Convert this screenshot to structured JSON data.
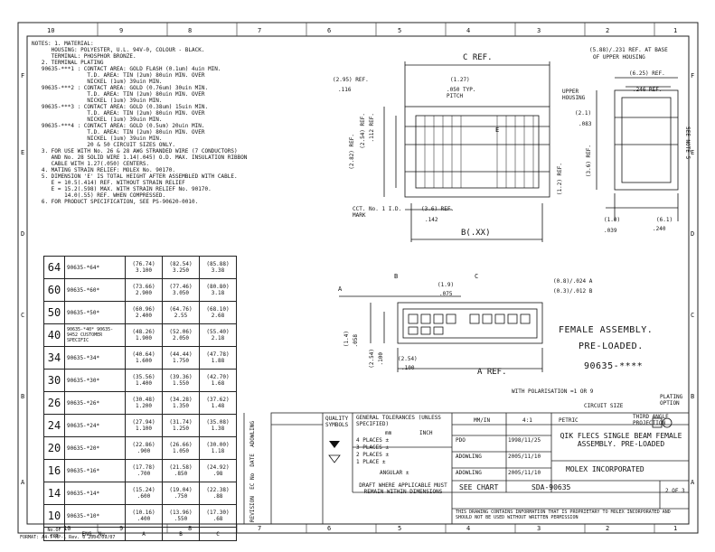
{
  "border": {
    "top_numbers": [
      "10",
      "9",
      "8",
      "7",
      "6",
      "5",
      "4",
      "3",
      "2",
      "1"
    ],
    "bottom_numbers": [
      "10",
      "9",
      "8",
      "7",
      "6",
      "5",
      "4",
      "3",
      "2",
      "1"
    ],
    "side_letters": [
      "F",
      "E",
      "D",
      "C",
      "B",
      "A"
    ]
  },
  "notes": [
    "NOTES: 1. MATERIAL:",
    "      HOUSING: POLYESTER, U.L. 94V-0, COLOUR - BLACK.",
    "      TERMINAL: PHOSPHOR BRONZE.",
    "   2. TERMINAL PLATING",
    "   90635-***1 : CONTACT AREA: GOLD FLASH (0.1um) 4uin MIN.",
    "                 T.D. AREA: TIN (2um) 80uin MIN. OVER",
    "                 NICKEL (1um) 39uin MIN.",
    "   90635-***2 : CONTACT AREA: GOLD (0.76um) 30uin MIN.",
    "                 T.D. AREA: TIN (2um) 80uin MIN. OVER",
    "                 NICKEL (1um) 39uin MIN.",
    "   90635-***3 : CONTACT AREA: GOLD (0.38um) 15uin MIN.",
    "                 T.D. AREA: TIN (2um) 80uin MIN. OVER",
    "                 NICKEL (1um) 39uin MIN.",
    "   90635-***4 : CONTACT AREA: GOLD (0.5um) 20uin MIN.",
    "                 T.D. AREA: TIN (2um) 80uin MIN. OVER",
    "                 NICKEL (1um) 39uin MIN.",
    "                 20 & 50 CIRCUIT SIZES ONLY.",
    "   3. FOR USE WITH No. 26 & 28 AWG STRANDED WIRE (7 CONDUCTORS)",
    "      AND No. 28 SOLID WIRE 1.14(.045) O.D. MAX. INSULATION RIBBON",
    "      CABLE WITH 1.27(.050) CENTERS.",
    "   4. MATING STRAIN RELIEF: MOLEX No. 90170.",
    "   5. DIMENSION 'E' IS TOTAL HEIGHT AFTER ASSEMBLED WITH CABLE.",
    "      E = 10.5(.414) REF. WITHOUT STRAIN RELIEF",
    "      E = 15.2(.598) MAX. WITH STRAIN RELIEF No. 90170.",
    "          14.0(.55) REF. WHEN COMPRESSED.",
    "   6. FOR PRODUCT SPECIFICATION, SEE PS-90620-0010."
  ],
  "table": {
    "headers": {
      "circuits": "No.OF CKT",
      "part": "ENG. No.",
      "a": "A",
      "b": "B",
      "c": "C"
    },
    "rows": [
      {
        "ckt": "64",
        "part": "90635-*64*",
        "a": [
          "(76.74)",
          "3.100"
        ],
        "b": [
          "(82.54)",
          "3.250"
        ],
        "c": [
          "(85.88)",
          "3.38"
        ]
      },
      {
        "ckt": "60",
        "part": "90635-*60*",
        "a": [
          "(73.66)",
          "2.900"
        ],
        "b": [
          "(77.46)",
          "3.050"
        ],
        "c": [
          "(80.80)",
          "3.18"
        ]
      },
      {
        "ckt": "50",
        "part": "90635-*50*",
        "a": [
          "(60.96)",
          "2.400"
        ],
        "b": [
          "(64.76)",
          "2.55"
        ],
        "c": [
          "(68.10)",
          "2.68"
        ]
      },
      {
        "ckt": "40",
        "part": "90635-*40*  90635-9452  CUSTOMER SPECIFIC",
        "a": [
          "(48.26)",
          "1.900"
        ],
        "b": [
          "(52.06)",
          "2.050"
        ],
        "c": [
          "(55.40)",
          "2.18"
        ]
      },
      {
        "ckt": "34",
        "part": "90635-*34*",
        "a": [
          "(40.64)",
          "1.600"
        ],
        "b": [
          "(44.44)",
          "1.750"
        ],
        "c": [
          "(47.78)",
          "1.88"
        ]
      },
      {
        "ckt": "30",
        "part": "90635-*30*",
        "a": [
          "(35.56)",
          "1.400"
        ],
        "b": [
          "(39.36)",
          "1.550"
        ],
        "c": [
          "(42.70)",
          "1.68"
        ]
      },
      {
        "ckt": "26",
        "part": "90635-*26*",
        "a": [
          "(30.48)",
          "1.200"
        ],
        "b": [
          "(34.28)",
          "1.350"
        ],
        "c": [
          "(37.62)",
          "1.48"
        ]
      },
      {
        "ckt": "24",
        "part": "90635-*24*",
        "a": [
          "(27.94)",
          "1.100"
        ],
        "b": [
          "(31.74)",
          "1.250"
        ],
        "c": [
          "(35.08)",
          "1.38"
        ]
      },
      {
        "ckt": "20",
        "part": "90635-*20*",
        "a": [
          "(22.86)",
          ".900"
        ],
        "b": [
          "(26.66)",
          "1.050"
        ],
        "c": [
          "(30.00)",
          "1.18"
        ]
      },
      {
        "ckt": "16",
        "part": "90635-*16*",
        "a": [
          "(17.78)",
          ".700"
        ],
        "b": [
          "(21.58)",
          ".850"
        ],
        "c": [
          "(24.92)",
          ".98"
        ]
      },
      {
        "ckt": "14",
        "part": "90635-*14*",
        "a": [
          "(15.24)",
          ".600"
        ],
        "b": [
          "(19.04)",
          ".750"
        ],
        "c": [
          "(22.38)",
          ".88"
        ]
      },
      {
        "ckt": "10",
        "part": "90635-*10*",
        "a": [
          "(10.16)",
          ".400"
        ],
        "b": [
          "(13.96)",
          ".550"
        ],
        "c": [
          "(17.30)",
          ".68"
        ]
      }
    ]
  },
  "drawing": {
    "c_ref": "C REF.",
    "b_ref": "B(.XX)",
    "a_ref": "A REF.",
    "dim_295": "(2.95) REF.",
    "dim_116": ".116",
    "dim_127": "(1.27)",
    "dim_050": ".050 TYP. PITCH",
    "dim_254": "(2.54) REF.",
    "dim_112": ".112 REF.",
    "dim_282": "(2.82) REF.",
    "upper_housing": "UPPER HOUSING",
    "cct1": "CCT. No. 1 I.D. MARK",
    "dim_36": "(3.6) REF.",
    "dim_142": ".142",
    "dim_588": "(5.88)/.231 REF. AT BASE",
    "of_upper": "OF UPPER HOUSING",
    "dim_625": "(6.25) REF.",
    "dim_246": ".246 REF.",
    "dim_21": "(2.1)",
    "dim_083": ".083",
    "dim_36b": "(3.6) REF.",
    "dim_12": "(1.2) REF.",
    "dim_10": "(1.0)",
    "dim_039": ".039",
    "dim_61": "(6.1)",
    "dim_240": ".240",
    "see_note": "SEE NOTE 5",
    "e_label": "E",
    "dim_19": "(1.9)",
    "dim_075": ".075",
    "dim_08": "(0.8)/.024 A",
    "dim_03": "(0.3)/.012 B",
    "dim_14": "(1.4)",
    "dim_058": ".058",
    "dim_254b": "(2.54)",
    "dim_100": ".100",
    "dim_254c": "(2.54)",
    "dim_100b": ".100",
    "label_a": "A",
    "label_b": "B",
    "label_c": "C"
  },
  "assembly": {
    "title1": "FEMALE ASSEMBLY.",
    "title2": "PRE-LOADED.",
    "part": "90635-****",
    "polar": "WITH POLARISATION =1 OR 9",
    "circuit_size": "CIRCUIT SIZE",
    "plating": "PLATING OPTION"
  },
  "title_block": {
    "quality": "QUALITY SYMBOLS",
    "tolerances": "GENERAL TOLERANCES (UNLESS SPECIFIED)",
    "mm": "mm",
    "inch": "INCH",
    "places4": "4 PLACES ±",
    "places3": "3 PLACES ±",
    "places2": "2 PLACES ±",
    "places1": "1 PLACE ±",
    "angular": "ANGULAR ±",
    "draft": "DRAFT WHERE APPLICABLE MUST REMAIN WITHIN DIMENSIONS",
    "dimension_units": "MM/IN",
    "scale": "4:1",
    "drawn": "PETRIC",
    "projection": "THIRD ANGLE PROJECTION",
    "title": "QIK FLECS SINGLE BEAM FEMALE ASSEMBLY. PRE-LOADED",
    "drawn_by": "PDO",
    "drawn_date": "1998/11/25",
    "checked_by": "ADOWLING",
    "checked_date": "2005/11/10",
    "approved_by": "ADOWLING",
    "approved_date": "2005/11/10",
    "company": "MOLEX INCORPORATED",
    "see_chart": "SEE CHART",
    "doc_no": "SDA-90635",
    "sheet": "2 OF 3",
    "proprietary": "THIS DRAWING CONTAINS INFORMATION THAT IS PROPRIETARY TO MOLEX INCORPORATED AND SHOULD NOT BE USED WITHOUT WRITTEN PERMISSION",
    "rev_strip": "REVISION  EC No  DATE  ADOWLING",
    "footer": "FORMAT: A4-T-MP-1  Rev. 0 2004/09/07"
  }
}
